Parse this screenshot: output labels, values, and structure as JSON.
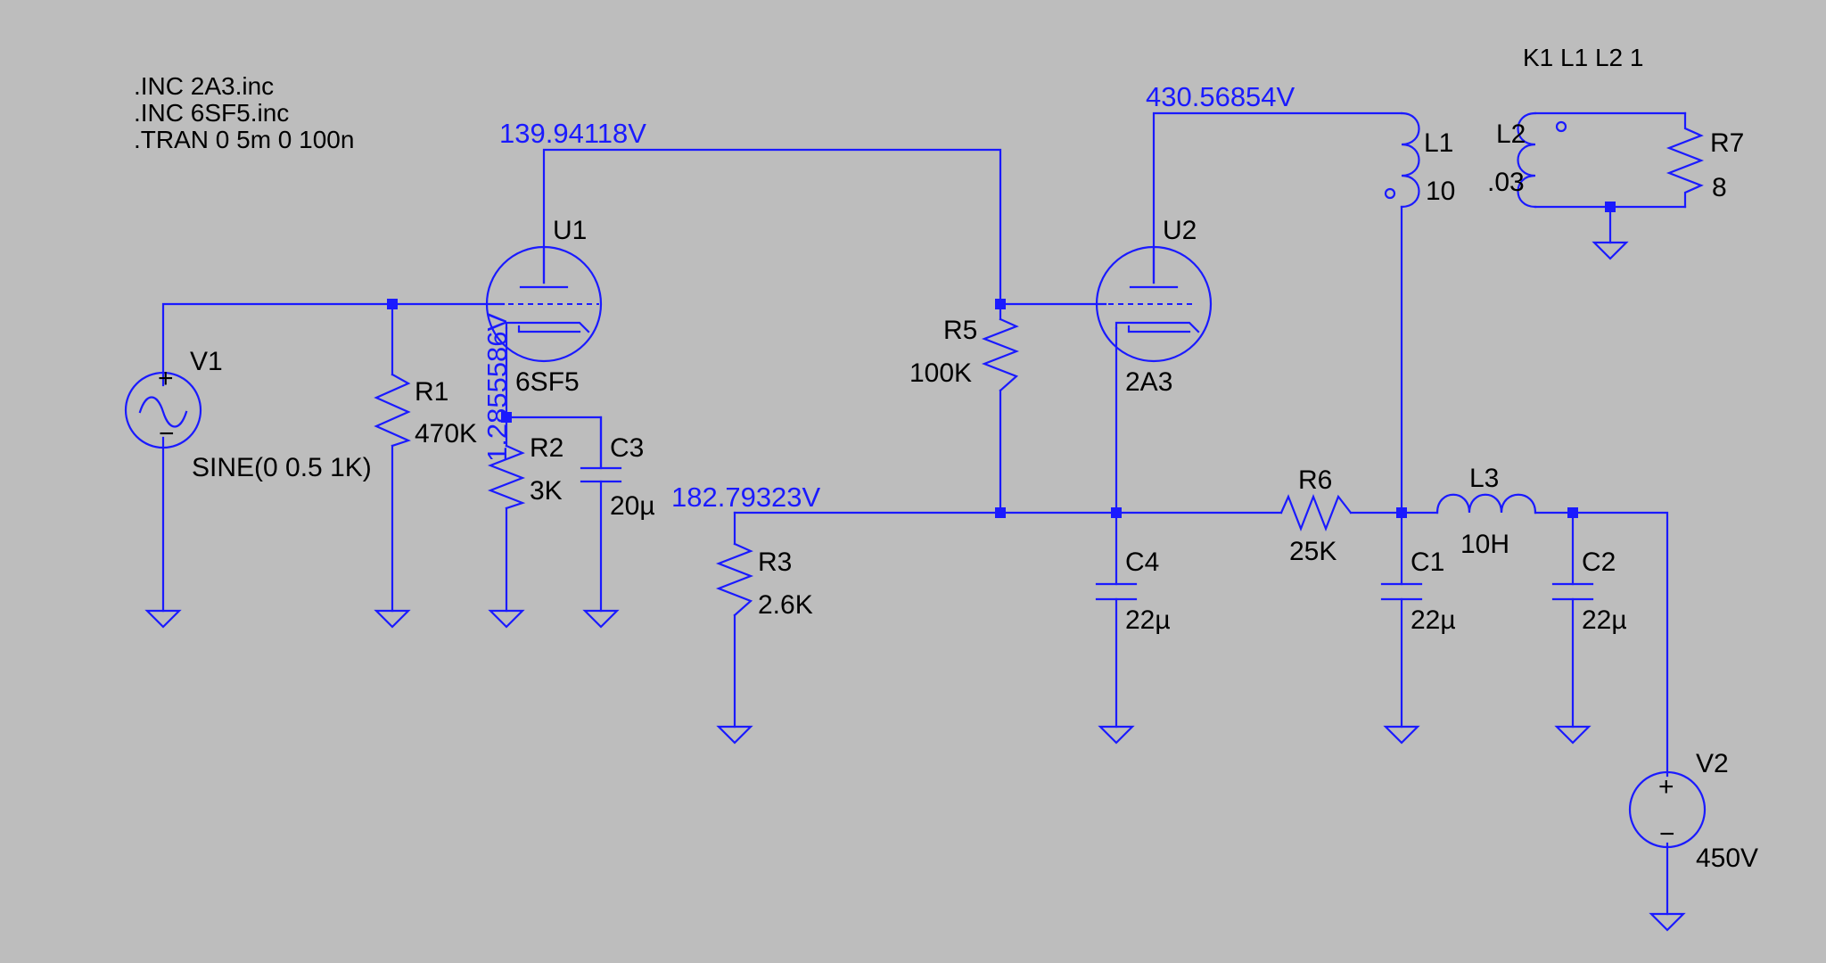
{
  "directives": [
    ".INC 2A3.inc",
    ".INC 6SF5.inc",
    ".TRAN 0 5m 0 100n"
  ],
  "coupling": "K1 L1 L2 1",
  "node_voltages": {
    "u1_plate": "139.94118V",
    "u2_plate": "430.56854V",
    "u1_cathode": "1.2855586V",
    "b_plus": "182.79323V"
  },
  "components": {
    "U1": {
      "ref": "U1",
      "value": "6SF5"
    },
    "U2": {
      "ref": "U2",
      "value": "2A3"
    },
    "V1": {
      "ref": "V1",
      "value": "SINE(0 0.5 1K)"
    },
    "V2": {
      "ref": "V2",
      "value": "450V"
    },
    "R1": {
      "ref": "R1",
      "value": "470K"
    },
    "R2": {
      "ref": "R2",
      "value": "3K"
    },
    "R3": {
      "ref": "R3",
      "value": "2.6K"
    },
    "R5": {
      "ref": "R5",
      "value": "100K"
    },
    "R6": {
      "ref": "R6",
      "value": "25K"
    },
    "R7": {
      "ref": "R7",
      "value": "8"
    },
    "C1": {
      "ref": "C1",
      "value": "22µ"
    },
    "C2": {
      "ref": "C2",
      "value": "22µ"
    },
    "C3": {
      "ref": "C3",
      "value": "20µ"
    },
    "C4": {
      "ref": "C4",
      "value": "22µ"
    },
    "L1": {
      "ref": "L1",
      "value": "10"
    },
    "L2": {
      "ref": "L2",
      "value": ".03"
    },
    "L3": {
      "ref": "L3",
      "value": "10H"
    }
  },
  "colors": {
    "background": "#bdbdbd",
    "wire": "#1a1aff",
    "text": "#000000",
    "node_voltage": "#1a1aff"
  }
}
